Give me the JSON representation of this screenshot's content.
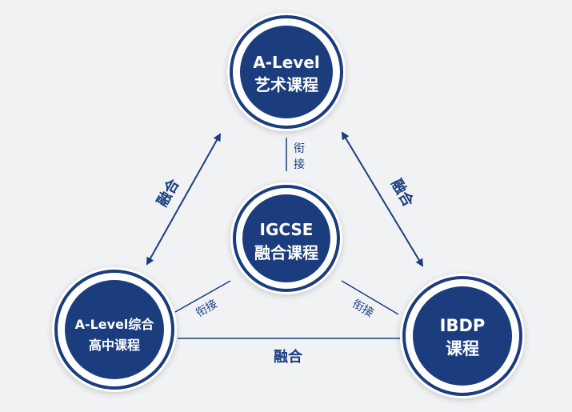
{
  "nodes": {
    "top": {
      "line1": "A-Level",
      "line2": "艺术课程"
    },
    "center": {
      "line1": "IGCSE",
      "line2": "融合课程"
    },
    "left": {
      "line1": "A-Level综合",
      "line2": "高中课程"
    },
    "right": {
      "line1": "IBDP",
      "line2": "课程"
    }
  },
  "links": {
    "top_center": [
      "衔",
      "接"
    ],
    "center_left": "衔接",
    "center_right": "衔接",
    "top_left": "融合",
    "top_right": "融合",
    "left_right": "融合"
  },
  "colors": {
    "primary": "#1b3d7e",
    "background": "#f1f2f4"
  }
}
